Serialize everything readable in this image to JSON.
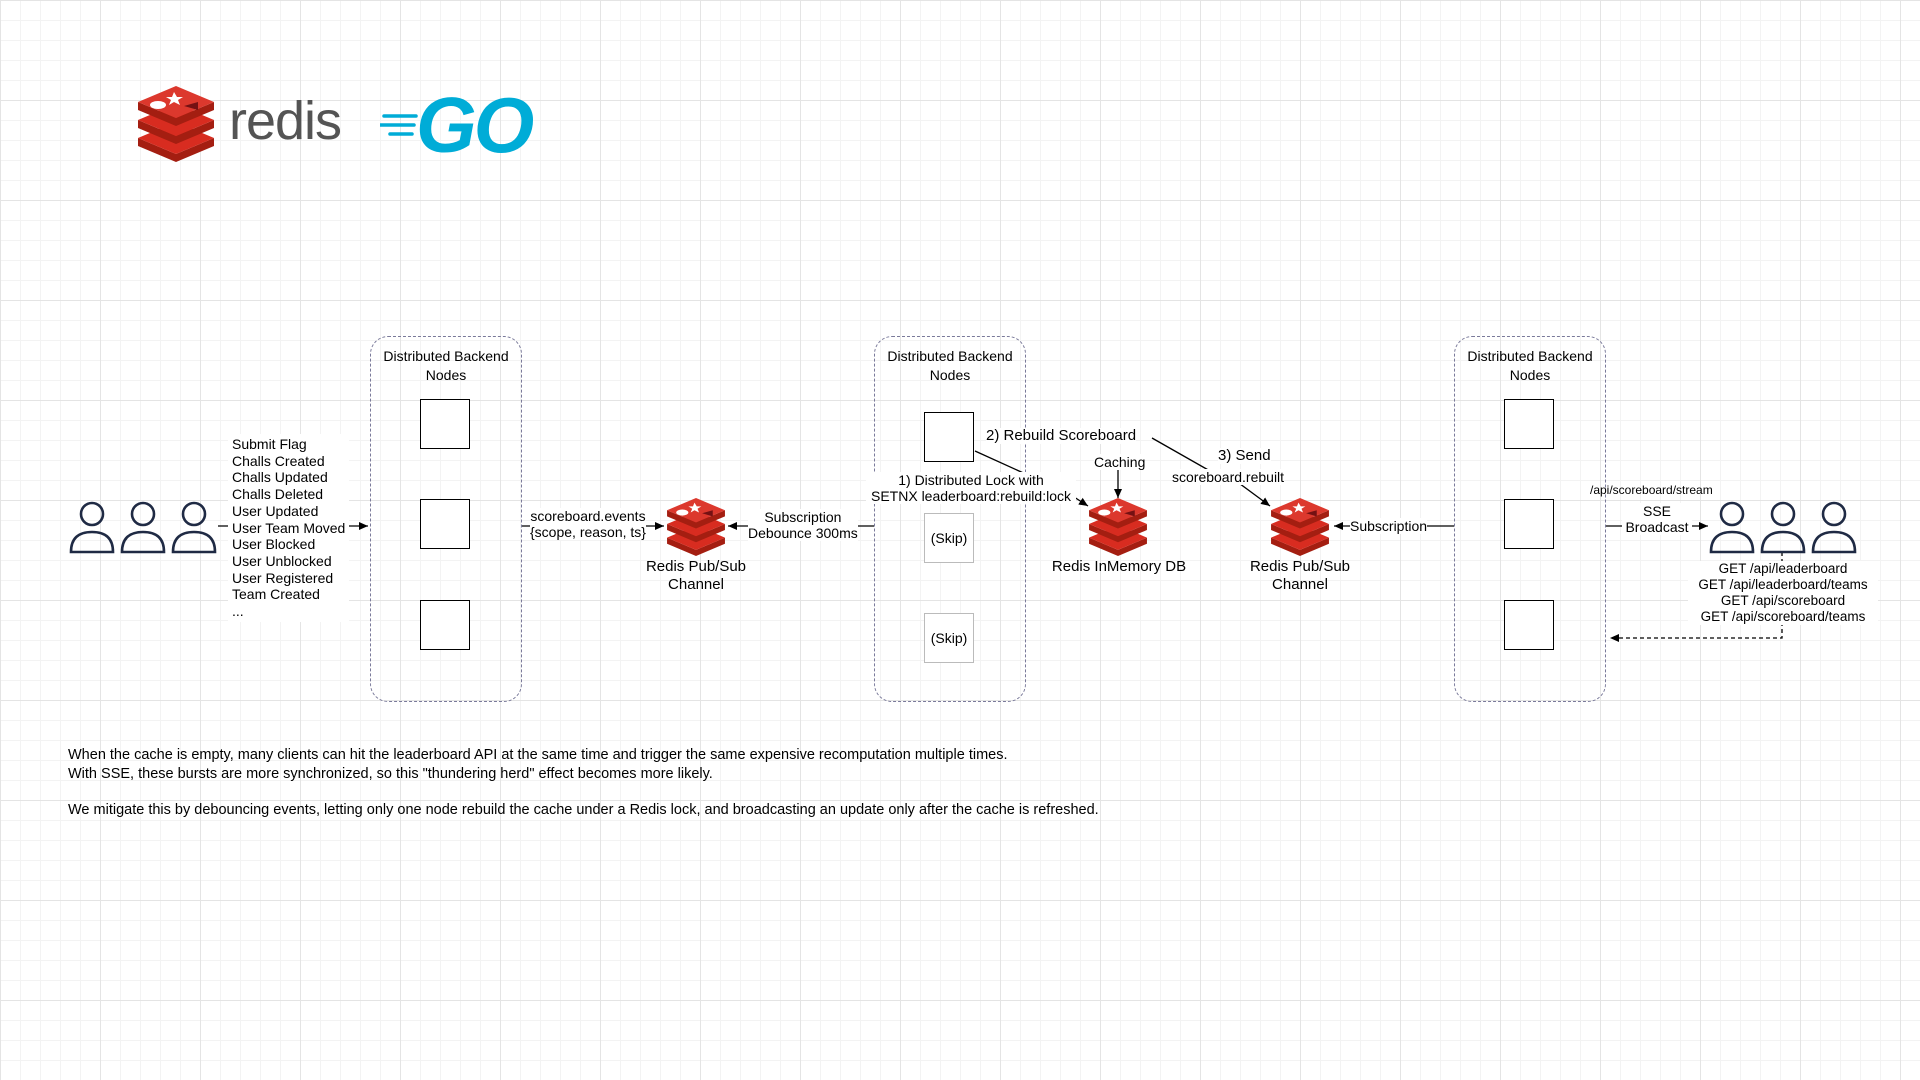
{
  "logos": {
    "redis_word": "redis",
    "go_word": "GO",
    "redis_color": "#c6302b",
    "go_color": "#00acd7"
  },
  "groups": [
    {
      "title": "Distributed Backend\nNodes"
    },
    {
      "title": "Distributed Backend\nNodes"
    },
    {
      "title": "Distributed Backend\nNodes"
    }
  ],
  "events": [
    "Submit Flag",
    "Challs Created",
    "Challs Updated",
    "Challs Deleted",
    "User Updated",
    "User Team Moved",
    "User Blocked",
    "User Unblocked",
    "User Registered",
    "Team Created",
    "..."
  ],
  "labels": {
    "scoreboard_events": "scoreboard.events\n{scope, reason, ts}",
    "pubsub_left": "Redis Pub/Sub\nChannel",
    "subscription_debounce": "Subscription\nDebounce 300ms",
    "skip": "(Skip)",
    "rebuild": "2) Rebuild Scoreboard",
    "lock": "1) Distributed Lock with\nSETNX leaderboard:rebuild:lock",
    "caching": "Caching",
    "inmemory": "Redis InMemory DB",
    "send": "3) Send",
    "scoreboard_rebuilt": "scoreboard.rebuilt",
    "pubsub_right": "Redis Pub/Sub\nChannel",
    "subscription": "Subscription",
    "stream_path": "/api/scoreboard/stream",
    "sse": "SSE\nBroadcast",
    "api_get": "GET /api/leaderboard\nGET /api/leaderboard/teams\nGET /api/scoreboard\nGET /api/scoreboard/teams"
  },
  "notes": [
    "When the cache is empty, many clients can hit the leaderboard API at the same time and trigger the same expensive recomputation multiple times.",
    "With SSE, these bursts are more synchronized, so this \"thundering herd\" effect becomes more likely.",
    "We mitigate this by debouncing events, letting only one node rebuild the cache under a Redis lock, and broadcasting an update only after the cache is refreshed."
  ],
  "colors": {
    "redis_red": "#c6302b",
    "redis_dark": "#a41e11",
    "group_border": "#7a7a9a"
  }
}
